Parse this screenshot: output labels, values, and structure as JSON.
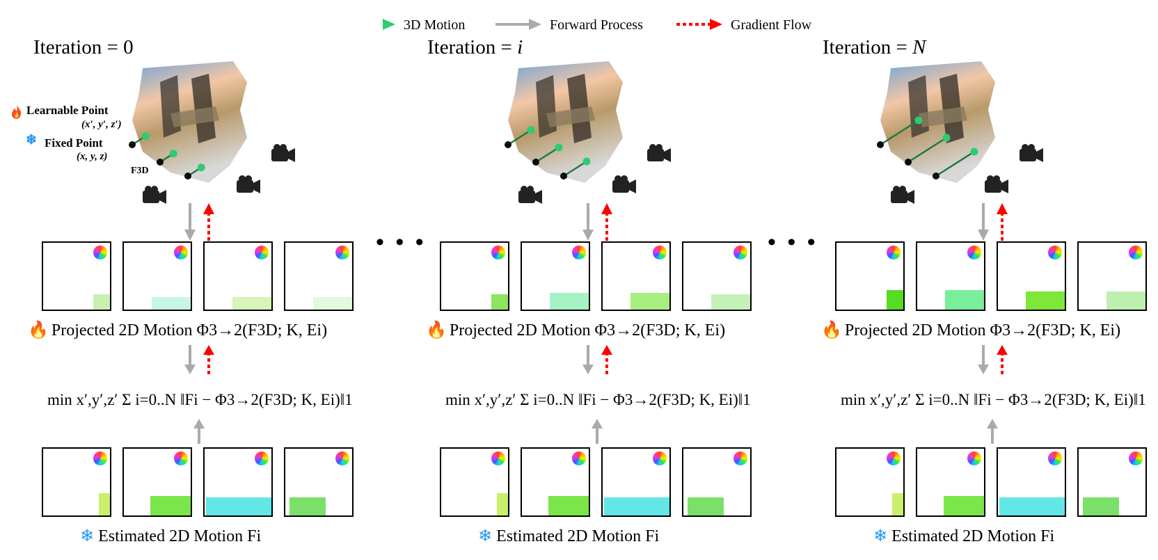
{
  "legend": {
    "motion_3d": "3D Motion",
    "forward": "Forward Process",
    "gradient": "Gradient Flow",
    "colors": {
      "motion_start": "#0b0b0b",
      "motion_end": "#2ecc71",
      "forward": "#aaaaaa",
      "gradient": "#ff0000"
    }
  },
  "columns": [
    {
      "title_prefix": "Iteration = ",
      "title_var": "0",
      "projected_caption": "Projected 2D Motion Φ3→2(F3D; K, Ei)",
      "estimated_caption": "Estimated 2D Motion Fi",
      "formula": "min x′,y′,z′ Σ i=0..N ‖Fi − Φ3→2(F3D; K, Ei)‖1"
    },
    {
      "title_prefix": "Iteration = ",
      "title_var": "i",
      "projected_caption": "Projected 2D Motion Φ3→2(F3D; K, Ei)",
      "estimated_caption": "Estimated 2D Motion Fi",
      "formula": "min x′,y′,z′ Σ i=0..N ‖Fi − Φ3→2(F3D; K, Ei)‖1"
    },
    {
      "title_prefix": "Iteration = ",
      "title_var": "N",
      "projected_caption": "Projected 2D Motion Φ3→2(F3D; K, Ei)",
      "estimated_caption": "Estimated 2D Motion Fi",
      "formula": "min x′,y′,z′ Σ i=0..N ‖Fi − Φ3→2(F3D; K, Ei)‖1"
    }
  ],
  "side_labels": {
    "learnable": "Learnable Point",
    "learnable_coord": "(x′, y′, z′)",
    "fixed": "Fixed Point",
    "fixed_coord": "(x, y, z)",
    "f3d": "F3D"
  },
  "ellipsis": "• • •",
  "icons": [
    "fire-icon",
    "snowflake-icon",
    "camera-icon",
    "color-wheel-icon"
  ]
}
